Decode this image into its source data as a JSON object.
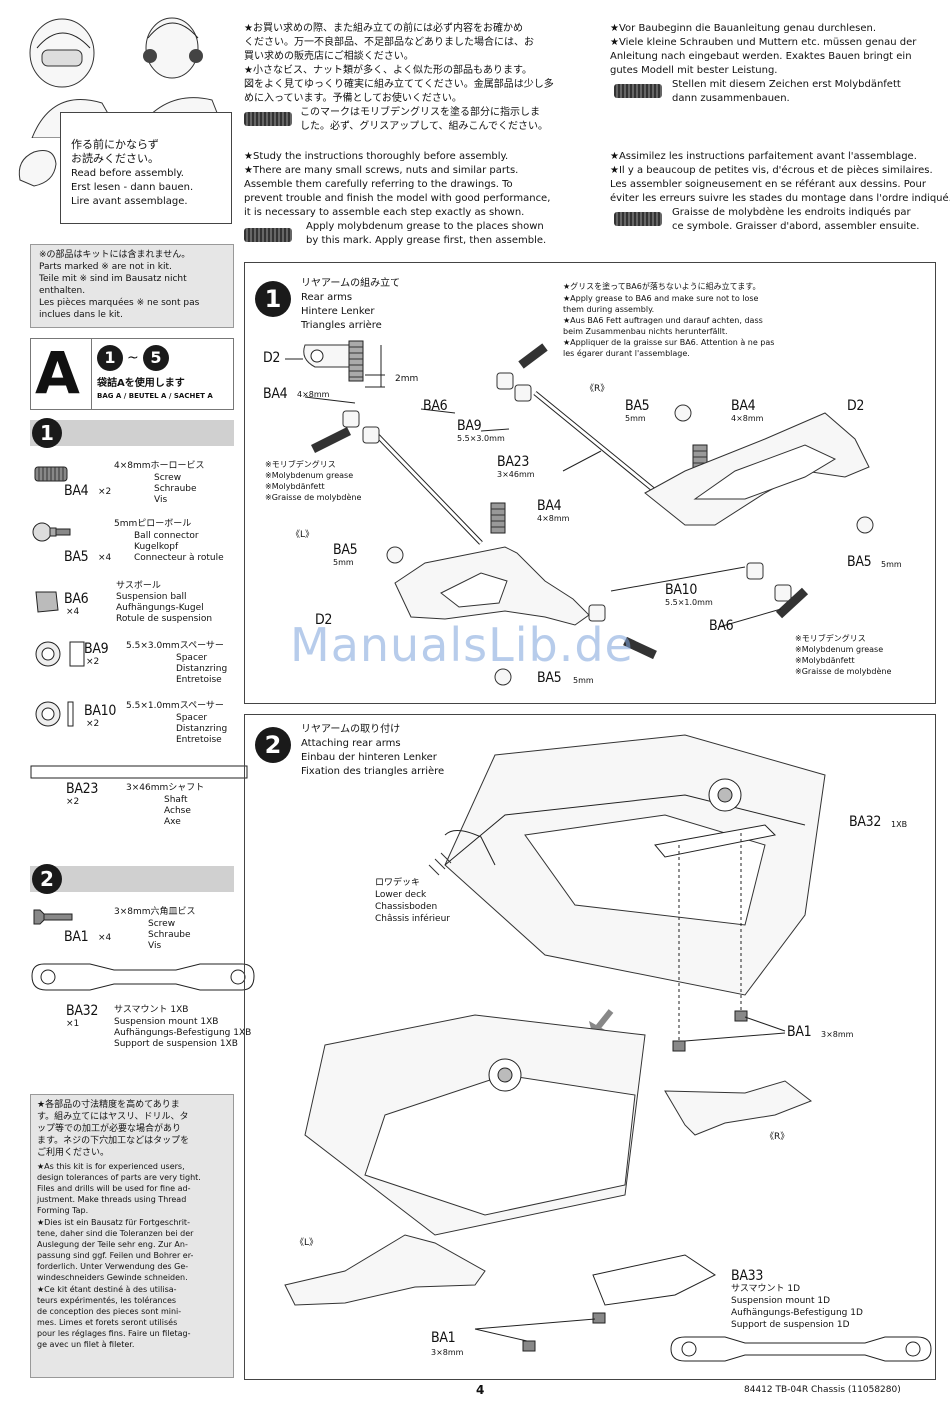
{
  "intro": {
    "jp": [
      "作る前にかならず",
      "お読みください。"
    ],
    "de": "Erst lesen - dann bauen.",
    "en": "Read before assembly.",
    "fr": "Lire avant assemblage."
  },
  "notes_jp": [
    "★お買い求めの際、また組み立ての前には必ず内容をお確かめ",
    "ください。万一不良部品、不足部品などありました場合には、お",
    "買い求めの販売店にご相談ください。",
    "★小さなビス、ナット類が多く、よく似た形の部品もあります。",
    "図をよく見てゆっくり確実に組み立ててください。金属部品は少し多",
    "めに入っています。予備としてお使いください。",
    "このマークはモリブデングリスを塗る部分に指示しま",
    "した。必ず、グリスアップして、組みこんでください。"
  ],
  "notes_en": [
    "★Study the instructions thoroughly before assembly.",
    "★There are many small screws, nuts and similar parts.",
    "Assemble them carefully referring to the drawings. To",
    "prevent trouble and finish the model with good performance,",
    "it is necessary to assemble each step exactly as shown.",
    "Apply molybdenum grease to the places shown",
    "by this mark. Apply grease first, then assemble."
  ],
  "notes_de": [
    "★Vor Baubeginn die Bauanleitung genau durchlesen.",
    "★Viele kleine Schrauben und Muttern etc. müssen genau der",
    "Anleitung nach eingebaut werden. Exaktes Bauen bringt ein",
    "gutes Modell mit bester Leistung.",
    "Stellen mit diesem Zeichen erst Molybdänfett",
    "dann zusammenbauen."
  ],
  "notes_fr": [
    "★Assimilez les instructions parfaitement avant l'assemblage.",
    "★Il y a beaucoup de petites vis, d'écrous et de pièces similaires.",
    "Les assembler soigneusement en se référant aux dessins. Pour",
    "éviter les erreurs suivre les stades du montage dans l'ordre indiqué.",
    "Graisse de molybdène les endroits indiqués par",
    "ce symbole. Graisser d'abord, assembler ensuite."
  ],
  "not_in_kit": [
    "※の部品はキットには含まれません。",
    "Parts marked ※ are not in kit.",
    "Teile mit ※ sind im Bausatz nicht",
    "enthalten.",
    "Les pièces marquées ※ ne sont pas",
    "inclues dans le kit."
  ],
  "bag": {
    "letter": "A",
    "range_from": "1",
    "range_sep": "~",
    "range_to": "5",
    "jp": "袋詰Aを使用します",
    "sub": "BAG A / BEUTEL A / SACHET A"
  },
  "parts_step1": {
    "num": "1",
    "items": [
      {
        "code": "BA4",
        "qty": "×2",
        "jp": "4×8mmホーロービス",
        "lines": [
          "Screw",
          "Schraube",
          "Vis"
        ]
      },
      {
        "code": "BA5",
        "qty": "×4",
        "jp": "5mmピローボール",
        "lines": [
          "Ball connector",
          "Kugelkopf",
          "Connecteur à rotule"
        ]
      },
      {
        "code": "BA6",
        "qty": "×4",
        "jp": "サスボール",
        "lines": [
          "Suspension ball",
          "Aufhängungs-Kugel",
          "Rotule de suspension"
        ]
      },
      {
        "code": "BA9",
        "qty": "×2",
        "jp": "5.5×3.0mmスペーサー",
        "lines": [
          "Spacer",
          "Distanzring",
          "Entretoise"
        ]
      },
      {
        "code": "BA10",
        "qty": "×2",
        "jp": "5.5×1.0mmスペーサー",
        "lines": [
          "Spacer",
          "Distanzring",
          "Entretoise"
        ]
      },
      {
        "code": "BA23",
        "qty": "×2",
        "jp": "3×46mmシャフト",
        "lines": [
          "Shaft",
          "Achse",
          "Axe"
        ]
      }
    ]
  },
  "parts_step2": {
    "num": "2",
    "items": [
      {
        "code": "BA1",
        "qty": "×4",
        "jp": "3×8mm六角皿ビス",
        "lines": [
          "Screw",
          "Schraube",
          "Vis"
        ]
      },
      {
        "code": "BA32",
        "qty": "×1",
        "jp": "サスマウント 1XB",
        "lines": [
          "Suspension mount 1XB",
          "Aufhängungs-Befestigung 1XB",
          "Support de suspension 1XB"
        ]
      }
    ]
  },
  "tolerance_note": [
    "★各部品の寸法精度を高めてありま",
    "す。組み立てにはヤスリ、ドリル、タ",
    "ップ等での加工が必要な場合があり",
    "ます。ネジの下穴加工などはタップを",
    "ご利用ください。",
    "★As this kit is for experienced users,",
    "design tolerances of parts are very tight.",
    "Files and drills will be used for fine ad-",
    "justment. Make threads using Thread",
    "Forming Tap.",
    "★Dies ist ein Bausatz für Fortgeschrit-",
    "tene, daher sind die Toleranzen bei der",
    "Auslegung der Teile sehr eng. Zur An-",
    "passung sind ggf. Feilen und Bohrer er-",
    "forderlich. Unter Verwendung des Ge-",
    "windeschneiders Gewinde schneiden.",
    "★Ce kit étant destiné à des utilisa-",
    "teurs expérimentés, les tolérances",
    "de conception des pieces sont mini-",
    "mes. Limes et forets seront utilisés",
    "pour les réglages fins. Faire un filetag-",
    "ge avec un filet à fileter."
  ],
  "step1": {
    "num": "1",
    "title_jp": "リヤアームの組み立て",
    "title_en": "Rear arms",
    "title_de": "Hintere Lenker",
    "title_fr": "Triangles arrière",
    "grease_note": [
      "★グリスを塗ってBA6が落ちないように組み立てます。",
      "★Apply grease to BA6 and make sure not to lose",
      "them during assembly.",
      "★Aus BA6 Fett auftragen und darauf achten, dass",
      "beim Zusammenbau nichts herunterfällt.",
      "★Appliquer de la graisse sur BA6. Attention à ne pas",
      "les égarer durant l'assemblage."
    ],
    "grease_labels": [
      "※モリブデングリス",
      "※Molybdenum grease",
      "※Molybdänfett",
      "※Graisse de molybdène"
    ],
    "labels": {
      "d2": "D2",
      "ba4": "BA4",
      "ba4_size": "4×8mm",
      "dim_2mm": "2mm",
      "ba6": "BA6",
      "ba9": "BA9",
      "ba9_size": "5.5×3.0mm",
      "ba23": "BA23",
      "ba23_size": "3×46mm",
      "ba5": "BA5",
      "size_5mm": "5mm",
      "ba10": "BA10",
      "ba10_size": "5.5×1.0mm",
      "right": "《R》",
      "left": "《L》"
    }
  },
  "step2": {
    "num": "2",
    "title_jp": "リヤアームの取り付け",
    "title_en": "Attaching rear arms",
    "title_de": "Einbau der hinteren Lenker",
    "title_fr": "Fixation des triangles arrière",
    "lower_deck": [
      "ロワデッキ",
      "Lower deck",
      "Chassisboden",
      "Châssis inférieur"
    ],
    "labels": {
      "ba32": "BA32",
      "ba32_size": "1XB",
      "ba1": "BA1",
      "ba1_size": "3×8mm",
      "ba33": "BA33",
      "right": "《R》",
      "left": "《L》"
    },
    "ba33_lines": [
      "サスマウント 1D",
      "Suspension mount 1D",
      "Aufhängungs-Befestigung 1D",
      "Support de suspension 1D"
    ]
  },
  "footer": {
    "page": "4",
    "title": "84412  TB-04R Chassis (11058280)"
  },
  "watermark": "ManualsLib.de"
}
